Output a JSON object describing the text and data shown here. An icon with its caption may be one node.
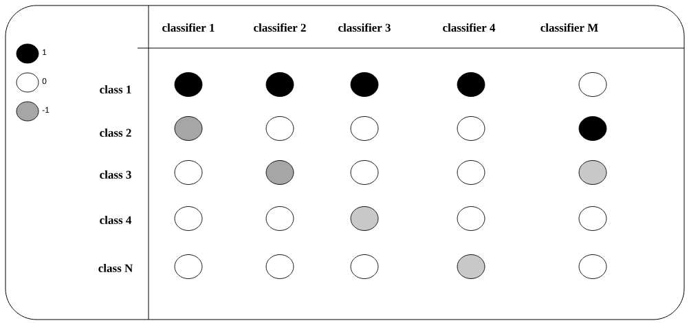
{
  "diagram": {
    "nodes": [
      {
        "text": [],
        "shape": "circle"
      },
      {
        "text": [],
        "shape": "circle"
      },
      {
        "text": [],
        "shape": "circle"
      },
      {
        "text": [],
        "shape": "circle"
      },
      {
        "text": [],
        "shape": "circle"
      },
      {
        "text": [],
        "shape": "circle"
      },
      {
        "text": [],
        "shape": "circle"
      },
      {
        "text": [],
        "shape": "circle"
      },
      {
        "text": [],
        "shape": "circle"
      },
      {
        "text": [],
        "shape": "circle"
      },
      {
        "text": [],
        "shape": "circle"
      },
      {
        "text": [],
        "shape": "circle"
      },
      {
        "text": [],
        "shape": "circle"
      },
      {
        "text": [],
        "shape": "circle"
      },
      {
        "text": [],
        "shape": "circle"
      },
      {
        "text": [],
        "shape": "circle"
      },
      {
        "text": [],
        "shape": "circle"
      },
      {
        "text": [],
        "shape": "circle"
      },
      {
        "text": [],
        "shape": "circle"
      },
      {
        "text": [],
        "shape": "circle"
      },
      {
        "text": [],
        "shape": "circle"
      },
      {
        "text": [],
        "shape": "circle"
      },
      {
        "text": [],
        "shape": "circle"
      },
      {
        "text": [],
        "shape": "circle"
      },
      {
        "text": [],
        "shape": "circle"
      }
    ],
    "labels": [
      "classifier 1",
      "classifier 2",
      "classifier 3",
      "classifier 4",
      "classifier M",
      "class 1",
      "class 2",
      "class 3",
      "class 4",
      "class N"
    ],
    "legend": [
      {
        "text": "1",
        "color": "#000000"
      },
      {
        "text": "0"
      },
      {
        "text": "-1",
        "color": "#a6a6a6"
      }
    ]
  }
}
